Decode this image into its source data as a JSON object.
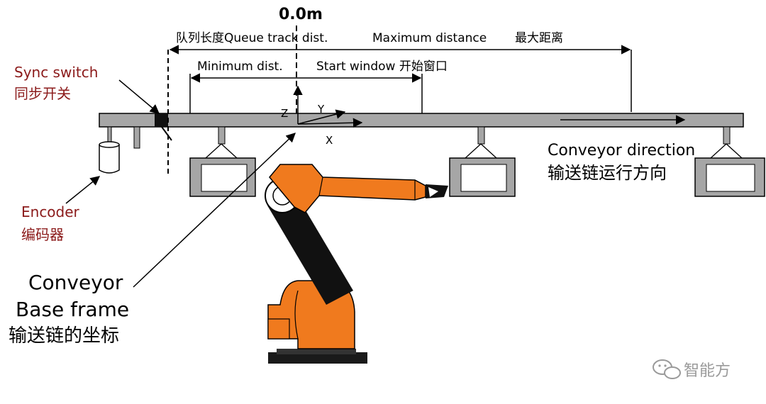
{
  "labels": {
    "zero_mark": "0.0m",
    "queue_track": "队列长度Queue track dist.",
    "max_distance": "Maximum distance",
    "max_distance_cn": "最大距离",
    "min_dist": "Minimum dist.",
    "start_window": "Start window 开始窗口",
    "sync_switch": "Sync switch",
    "sync_switch_cn": "同步开关",
    "encoder": "Encoder",
    "encoder_cn": "编码器",
    "conveyor_base_line1": "Conveyor",
    "conveyor_base_line2": "Base frame",
    "conveyor_base_cn": "输送链的坐标",
    "conveyor_direction": "Conveyor direction",
    "conveyor_direction_cn": "输送链运行方向",
    "axis_x": "X",
    "axis_y": "Y",
    "axis_z": "Z",
    "watermark": "智能方"
  },
  "colors": {
    "label_red": "#8b1a1a",
    "robot_orange": "#f07a1e",
    "conveyor_gray": "#a6a6a6",
    "outline": "#000000"
  },
  "icons": {
    "watermark_logo": "wechat-bubbles-icon"
  }
}
